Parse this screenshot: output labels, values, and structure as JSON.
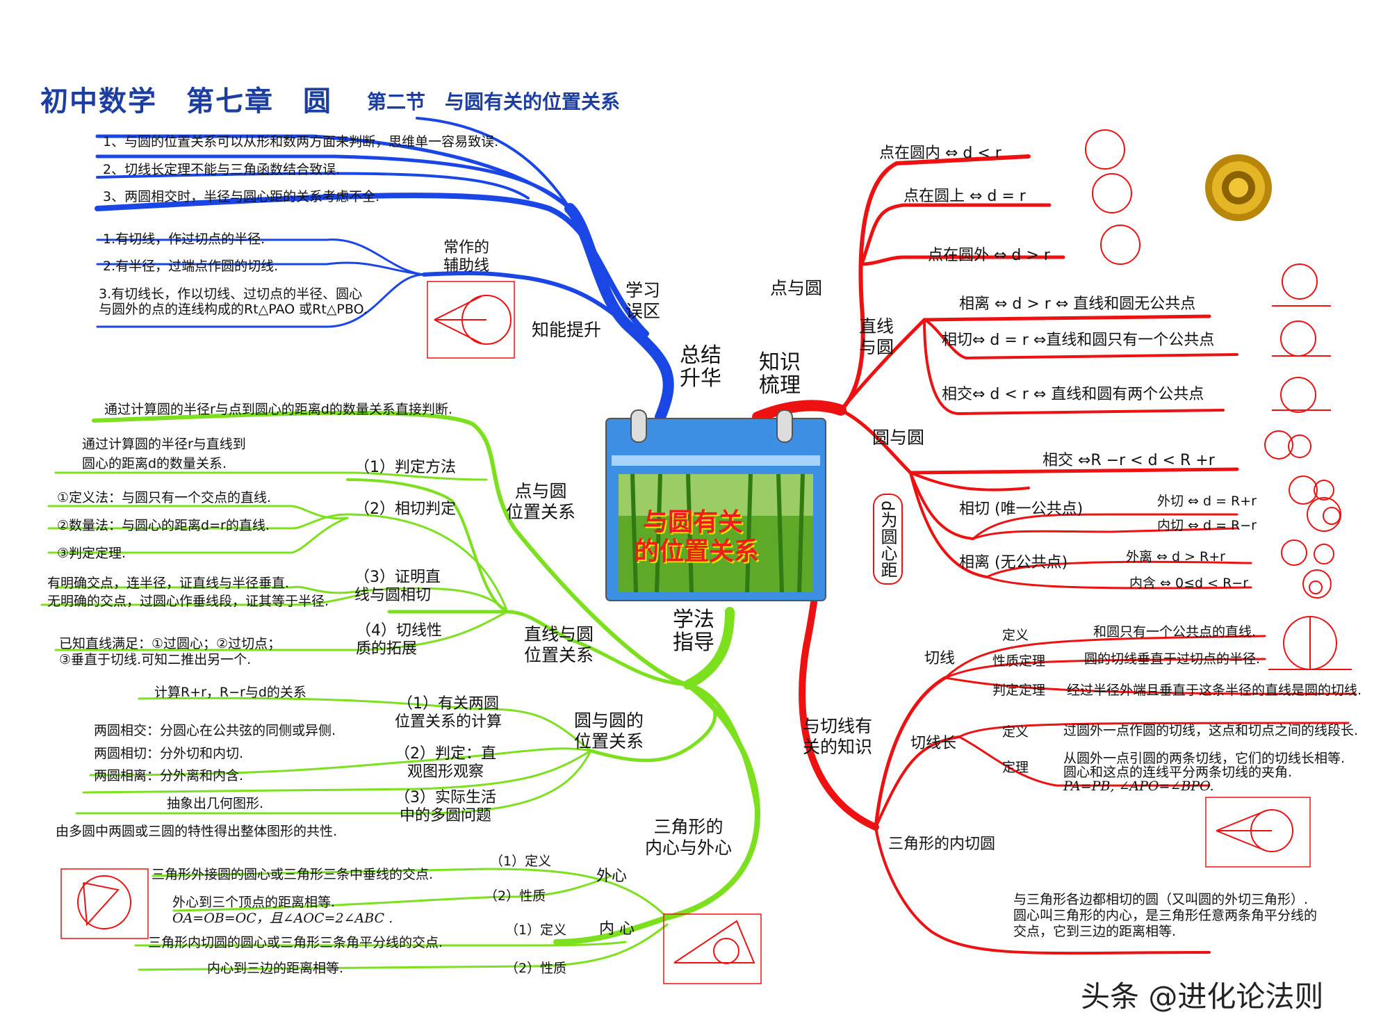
{
  "title": {
    "main": "初中数学　第七章　圆",
    "sub": "第二节　与圆有关的位置关系"
  },
  "center": {
    "line1": "与圆有关",
    "line2": "的位置关系"
  },
  "hubs": {
    "summary": "总结\n升华",
    "review": "知识\n梳理",
    "method": "学法\n指导"
  },
  "blue": {
    "mistakes_label": "学习\n误区",
    "mistakes": [
      "1、与圆的位置关系可以从形和数两方面来判断，思维单一容易致误.",
      "2、切线长定理不能与三角函数结合致误.",
      "3、两圆相交时，半径与圆心距的关系考虑不全."
    ],
    "improve_label": "知能提升",
    "aux_label": "常作的\n辅助线",
    "aux": [
      "1.有切线，作过切点的半径.",
      "2.有半径，过端点作圆的切线.",
      "3.有切线长，作以切线、过切点的半径、圆心",
      "与圆外的点的连线构成的Rt△PAO 或Rt△PBO."
    ]
  },
  "red": {
    "point_circle": "点与圆",
    "points": [
      "点在圆内 ⇔ d < r",
      "点在圆上 ⇔ d = r",
      "点在圆外 ⇔ d > r"
    ],
    "line_circle": "直线\n与圆",
    "lines": [
      "相离 ⇔ d > r ⇔ 直线和圆无公共点",
      "相切⇔ d = r ⇔直线和圆只有一个公共点",
      "相交⇔ d < r ⇔  直线和圆有两个公共点"
    ],
    "circle_circle": "圆与圆",
    "d_note": "d为圆心距",
    "cc": [
      "相交 ⇔R −r < d < R +r",
      "相切 (唯一公共点)",
      "外切  ⇔ d = R+r",
      "内切  ⇔ d = R−r",
      "相离 (无公共点)",
      "外离    ⇔ d > R+r",
      "内含    ⇔  0≤d < R−r"
    ],
    "tangent_label": "与切线有\n关的知识",
    "tangent": "切线",
    "tangent_items": [
      [
        "定义",
        "和圆只有一个公共点的直线."
      ],
      [
        "性质定理",
        "圆的切线垂直于过切点的半径."
      ],
      [
        "判定定理",
        "经过半径外端且垂直于这条半径的直线是圆的切线."
      ]
    ],
    "tlen": "切线长",
    "tlen_items": [
      [
        "定义",
        "过圆外一点作圆的切线，这点和切点之间的线段长."
      ],
      [
        "定理",
        "从圆外一点引圆的两条切线，它们的切线长相等."
      ]
    ],
    "tlen_extra": [
      "圆心和这点的连线平分两条切线的夹角.",
      "PA=PB, ∠APO=∠BPO."
    ],
    "incircle_label": "三角形的内切圆",
    "incircle": [
      "与三角形各边都相切的圆（又叫圆的外切三角形）.",
      "圆心叫三角形的内心，是三角形任意两条角平分线的",
      "交点，它到三边的距离相等."
    ]
  },
  "green": {
    "pc_label": "点与圆\n位置关系",
    "pc_text": "通过计算圆的半径r与点到圆心的距离d的数量关系直接判断.",
    "lc_label": "直线与圆\n位置关系",
    "m1": "（1）判定方法",
    "m1_text": [
      "通过计算圆的半径r与直线到",
      "圆心的距离d的数量关系."
    ],
    "m2": "（2）相切判定",
    "m2_text": [
      "①定义法：与圆只有一个交点的直线.",
      "②数量法：与圆心的距离d=r的直线.",
      "③判定定理."
    ],
    "m3": "（3）证明直\n线与圆相切",
    "m3_text": [
      "有明确交点，连半径，证直线与半径垂直.",
      "无明确的交点，过圆心作垂线段，证其等于半径."
    ],
    "m4": "（4）切线性\n质的拓展",
    "m4_text": [
      "已知直线满足：①过圆心；②过切点；",
      "③垂直于切线.可知二推出另一个."
    ],
    "cc_label": "圆与圆的\n位置关系",
    "c1": "（1）有关两圆\n位置关系的计算",
    "c1_text": "计算R+r，R−r与d的关系",
    "c2": "（2）判定：直\n观图形观察",
    "c2_text": [
      "两圆相交：分圆心在公共弦的同侧或异侧.",
      "两圆相切：分外切和内切.",
      "两圆相离：分外离和内含."
    ],
    "c3": "（3）实际生活\n中的多圆问题",
    "c3_text": [
      "抽象出几何图形.",
      "由多圆中两圆或三圆的特性得出整体图形的共性."
    ],
    "tri_label": "三角形的\n内心与外心",
    "outer": "外心",
    "o1": "（1）定义",
    "o1_text": "三角形外接圆的圆心或三角形三条中垂线的交点.",
    "o2": "（2）性质",
    "o2_text": [
      "外心到三个顶点的距离相等.",
      "OA=OB=OC，且∠AOC=2∠ABC ."
    ],
    "inner": "内  心",
    "i1": "（1）定义",
    "i1_text": "三角形内切圆的圆心或三角形三条角平分线的交点.",
    "i2": "（2）性质",
    "i2_text": "内心到三边的距离相等."
  },
  "watermark": "头条 @进化论法则",
  "colors": {
    "blue": "#1a46e6",
    "red": "#ee1111",
    "green": "#7de01e",
    "title": "#1b3ea0"
  }
}
